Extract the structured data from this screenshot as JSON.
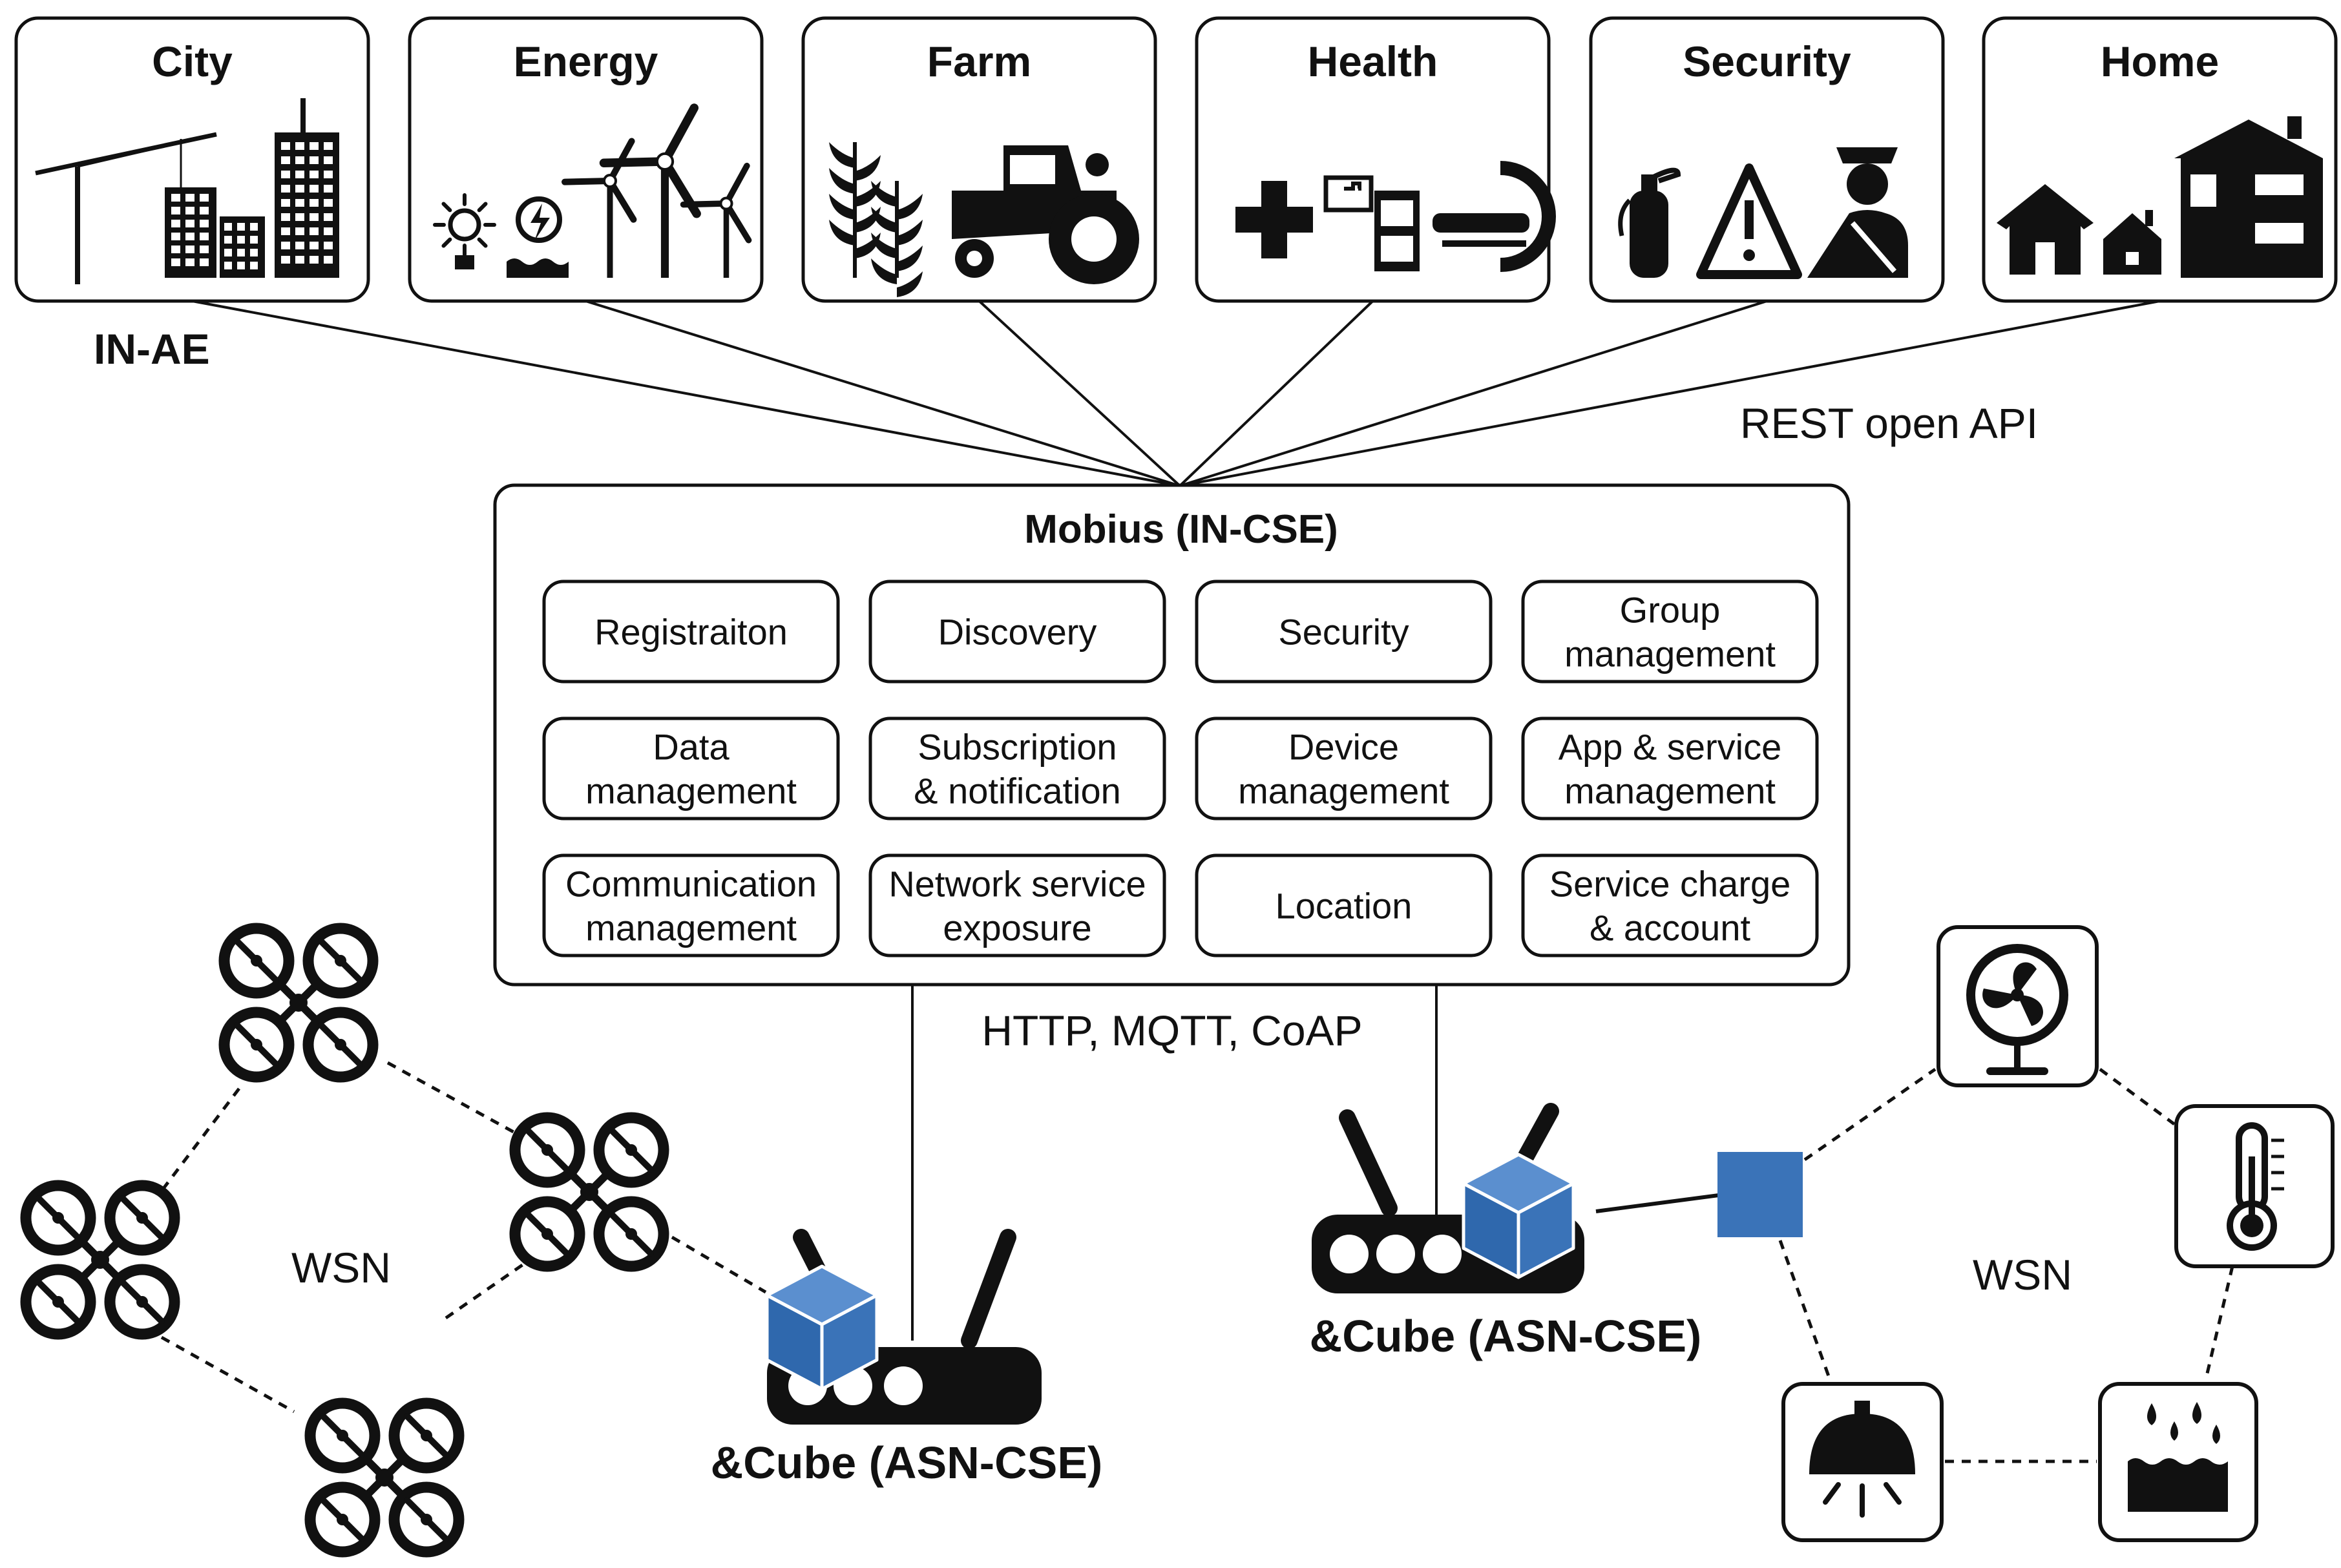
{
  "domains": [
    {
      "label": "City",
      "icon": "city-skyline-crane-icon"
    },
    {
      "label": "Energy",
      "icon": "sun-hydro-wind-turbines-icon"
    },
    {
      "label": "Farm",
      "icon": "crops-tractor-icon"
    },
    {
      "label": "Health",
      "icon": "medical-cross-records-scanner-icon"
    },
    {
      "label": "Security",
      "icon": "extinguisher-warning-guard-icon"
    },
    {
      "label": "Home",
      "icon": "houses-icon"
    }
  ],
  "in_ae_label": "IN-AE",
  "rest_api_label": "REST open API",
  "mobius": {
    "title": "Mobius (IN-CSE)",
    "functions": [
      [
        "Registraiton"
      ],
      [
        "Discovery"
      ],
      [
        "Security"
      ],
      [
        "Group",
        "management"
      ],
      [
        "Data",
        "management"
      ],
      [
        "Subscription",
        "& notification"
      ],
      [
        "Device",
        "management"
      ],
      [
        "App & service",
        "management"
      ],
      [
        "Communication",
        "management"
      ],
      [
        "Network service",
        "exposure"
      ],
      [
        "Location"
      ],
      [
        "Service charge",
        "& account"
      ]
    ]
  },
  "protocols_label": "HTTP, MQTT, CoAP",
  "cube_left_label": "&Cube (ASN-CSE)",
  "cube_right_label": "&Cube (ASN-CSE)",
  "wsn_left_label": "WSN",
  "wsn_right_label": "WSN",
  "wsn_left_nodes": [
    "drone-icon",
    "drone-icon",
    "drone-icon",
    "drone-icon"
  ],
  "wsn_right_nodes": [
    "fan-icon",
    "thermometer-icon",
    "lamp-icon",
    "water-level-sensor-icon"
  ],
  "colors": {
    "cube_blue": "#3a73b8",
    "ink": "#111111",
    "line": "#111111"
  }
}
